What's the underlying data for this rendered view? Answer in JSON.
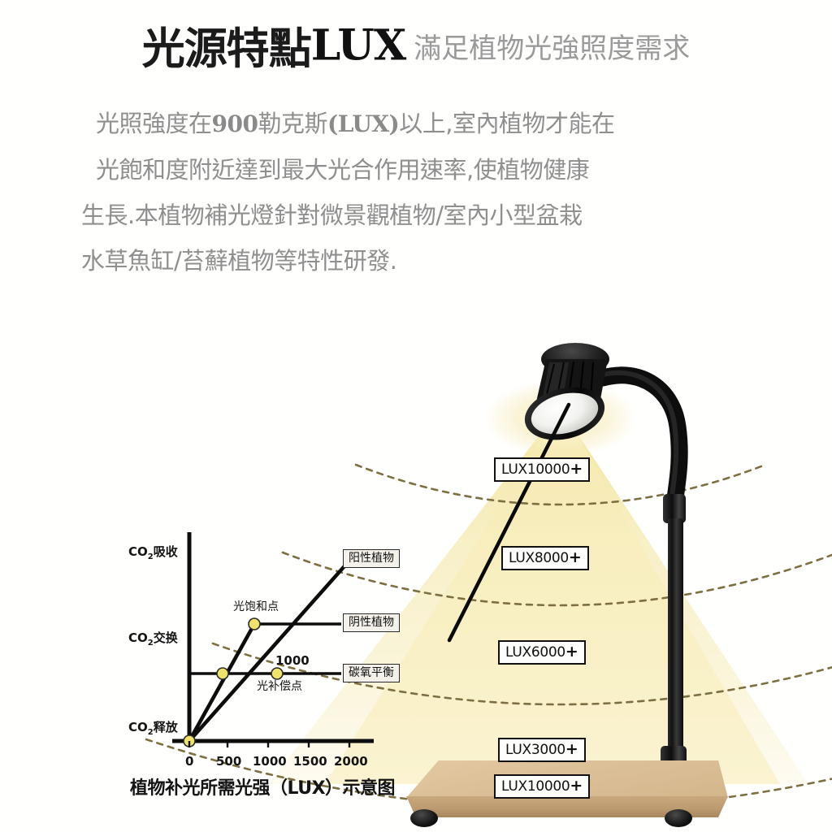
{
  "header": {
    "title_main": "光源特點",
    "title_lux": "LUX",
    "subtitle": "滿足植物光強照度需求"
  },
  "paragraph": {
    "line1_a": "光照強度在",
    "line1_b": "900",
    "line1_c": "勒克斯",
    "line1_d": "(LUX)",
    "line1_e": "以上,室內植物才能在",
    "line2": "光飽和度附近達到最大光合作用速率,使植物健康",
    "line3": "生長.本植物補光燈針對微景觀植物/室內小型盆栽",
    "line4": "水草魚缸/苔蘚植物等特性研發."
  },
  "lux_badges": [
    {
      "label": "LUX10000",
      "plus": "+"
    },
    {
      "label": "LUX8000",
      "plus": "+"
    },
    {
      "label": "LUX6000",
      "plus": "+"
    },
    {
      "label": "LUX3000",
      "plus": "+"
    }
  ],
  "chart_data": {
    "type": "line",
    "title": "植物补光所需光强（LUX）示意图",
    "xlabel": "",
    "ylabel": "",
    "xlim": [
      0,
      2300
    ],
    "ylim": [
      0,
      3
    ],
    "grid": false,
    "x_ticks": [
      "0",
      "500",
      "1000",
      "1500",
      "2000"
    ],
    "x_tick_values": [
      0,
      500,
      1000,
      1500,
      2000
    ],
    "y_ticks": [
      "CO₂吸收",
      "CO₂交换",
      "CO₂释放"
    ],
    "y_axis_labels": [
      {
        "text": "CO",
        "sub": "2",
        "rest": "吸收"
      },
      {
        "text": "CO",
        "sub": "2",
        "rest": "交换"
      },
      {
        "text": "CO",
        "sub": "2",
        "rest": "释放"
      }
    ],
    "series": [
      {
        "name": "阴性植物",
        "description": "shade plant: steep rise, saturates early",
        "points": [
          [
            0,
            0
          ],
          [
            500,
            1.0
          ],
          [
            800,
            1.62
          ],
          [
            2000,
            1.62
          ]
        ]
      },
      {
        "name": "阳性植物",
        "description": "sun plant: shallower rise, keeps climbing",
        "points": [
          [
            0,
            0
          ],
          [
            1000,
            1.0
          ],
          [
            2000,
            2.3
          ]
        ]
      },
      {
        "name": "碳氧平衡",
        "description": "carbon-oxygen balance horizontal reference line",
        "points": [
          [
            0,
            1.0
          ],
          [
            2000,
            1.0
          ]
        ]
      }
    ],
    "markers": [
      {
        "label": "",
        "x": 0,
        "y": 0,
        "note": "origin"
      },
      {
        "label": "光补偿点",
        "x": 500,
        "y": 1.0
      },
      {
        "label": "光补偿点",
        "x": 1000,
        "y": 1.0
      },
      {
        "label": "光饱和点",
        "x": 800,
        "y": 1.62
      }
    ],
    "annotations": [
      {
        "text": "光饱和点",
        "note": "light saturation point"
      },
      {
        "text": "光补偿点",
        "note": "light compensation point"
      },
      {
        "text": "1000",
        "note": "value callout on x-axis region"
      }
    ],
    "legend_boxes": [
      {
        "text": "阳性植物"
      },
      {
        "text": "阴性植物"
      },
      {
        "text": "碳氧平衡"
      }
    ],
    "legend_position": "right-inline"
  },
  "colors": {
    "title_dark": "#1b1b1b",
    "body_gray": "#8f8f8f",
    "light_cone": "#f6edc4",
    "arc_dash": "#8a7b4a",
    "marker_yellow": "#f0e36a",
    "lamp_black": "#111111",
    "wood_base": "#d8bd92",
    "badge_border": "#111111"
  },
  "icons": {
    "lamp": "desk-lamp-icon",
    "light_cone": "light-cone-icon",
    "arcs": "light-distance-arc-icon"
  }
}
